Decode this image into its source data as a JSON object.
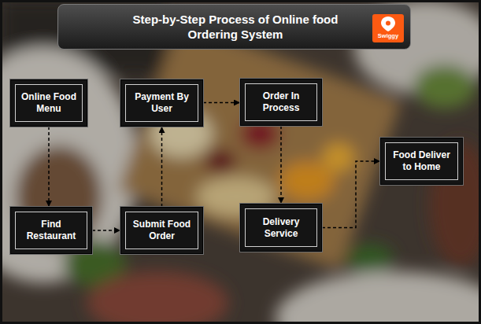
{
  "diagram": {
    "title": "Step-by-Step Process of Online food Ordering System",
    "nodes": [
      {
        "text": [
          "Online Food Menu"
        ]
      },
      {
        "text": [
          "Payment By User"
        ]
      },
      {
        "text": [
          "Order In Process"
        ]
      },
      {
        "text": [
          "Food Deliver to Home"
        ]
      },
      {
        "text": [
          "Find Restaurant"
        ]
      },
      {
        "text": [
          "Submit Food Order"
        ]
      },
      {
        "text": [
          "Delivery Service"
        ]
      }
    ],
    "edges": [
      {
        "from": 0,
        "to": 4,
        "arrow": "to"
      },
      {
        "from": 4,
        "to": 5,
        "arrow": "to"
      },
      {
        "from": 5,
        "to": 1,
        "arrow": "to"
      },
      {
        "from": 1,
        "to": 2,
        "arrow": "to"
      },
      {
        "from": 2,
        "to": 6,
        "arrow": "to"
      },
      {
        "from": 6,
        "to": 3,
        "arrow": "to"
      }
    ],
    "labels": [
      "Swiggy"
    ]
  }
}
